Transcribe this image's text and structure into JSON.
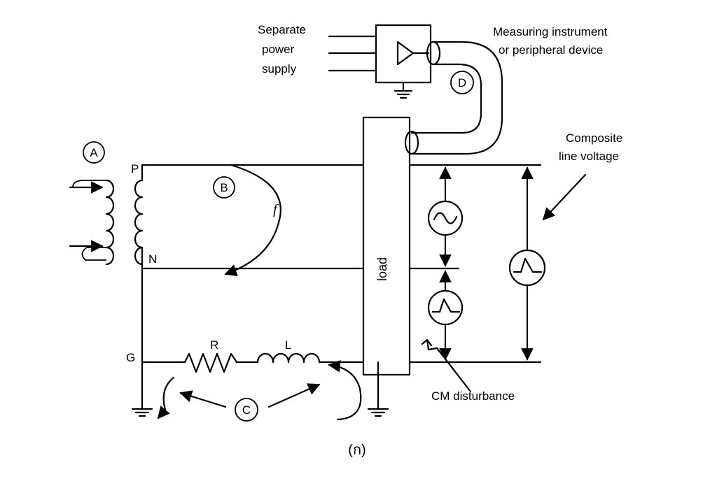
{
  "labels": {
    "separate_power_1": "Separate",
    "separate_power_2": "power",
    "separate_power_3": "supply",
    "instrument_1": "Measuring instrument",
    "instrument_2": "or peripheral device",
    "composite_1": "Composite",
    "composite_2": "line voltage",
    "cm_disturbance": "CM disturbance",
    "load": "load",
    "node_p": "P",
    "node_n": "N",
    "node_g": "G",
    "resistor": "R",
    "inductor": "L",
    "flux_symbol": "f",
    "circle_a": "A",
    "circle_b": "B",
    "circle_c": "C",
    "circle_d": "D",
    "caption": "(ก)"
  }
}
